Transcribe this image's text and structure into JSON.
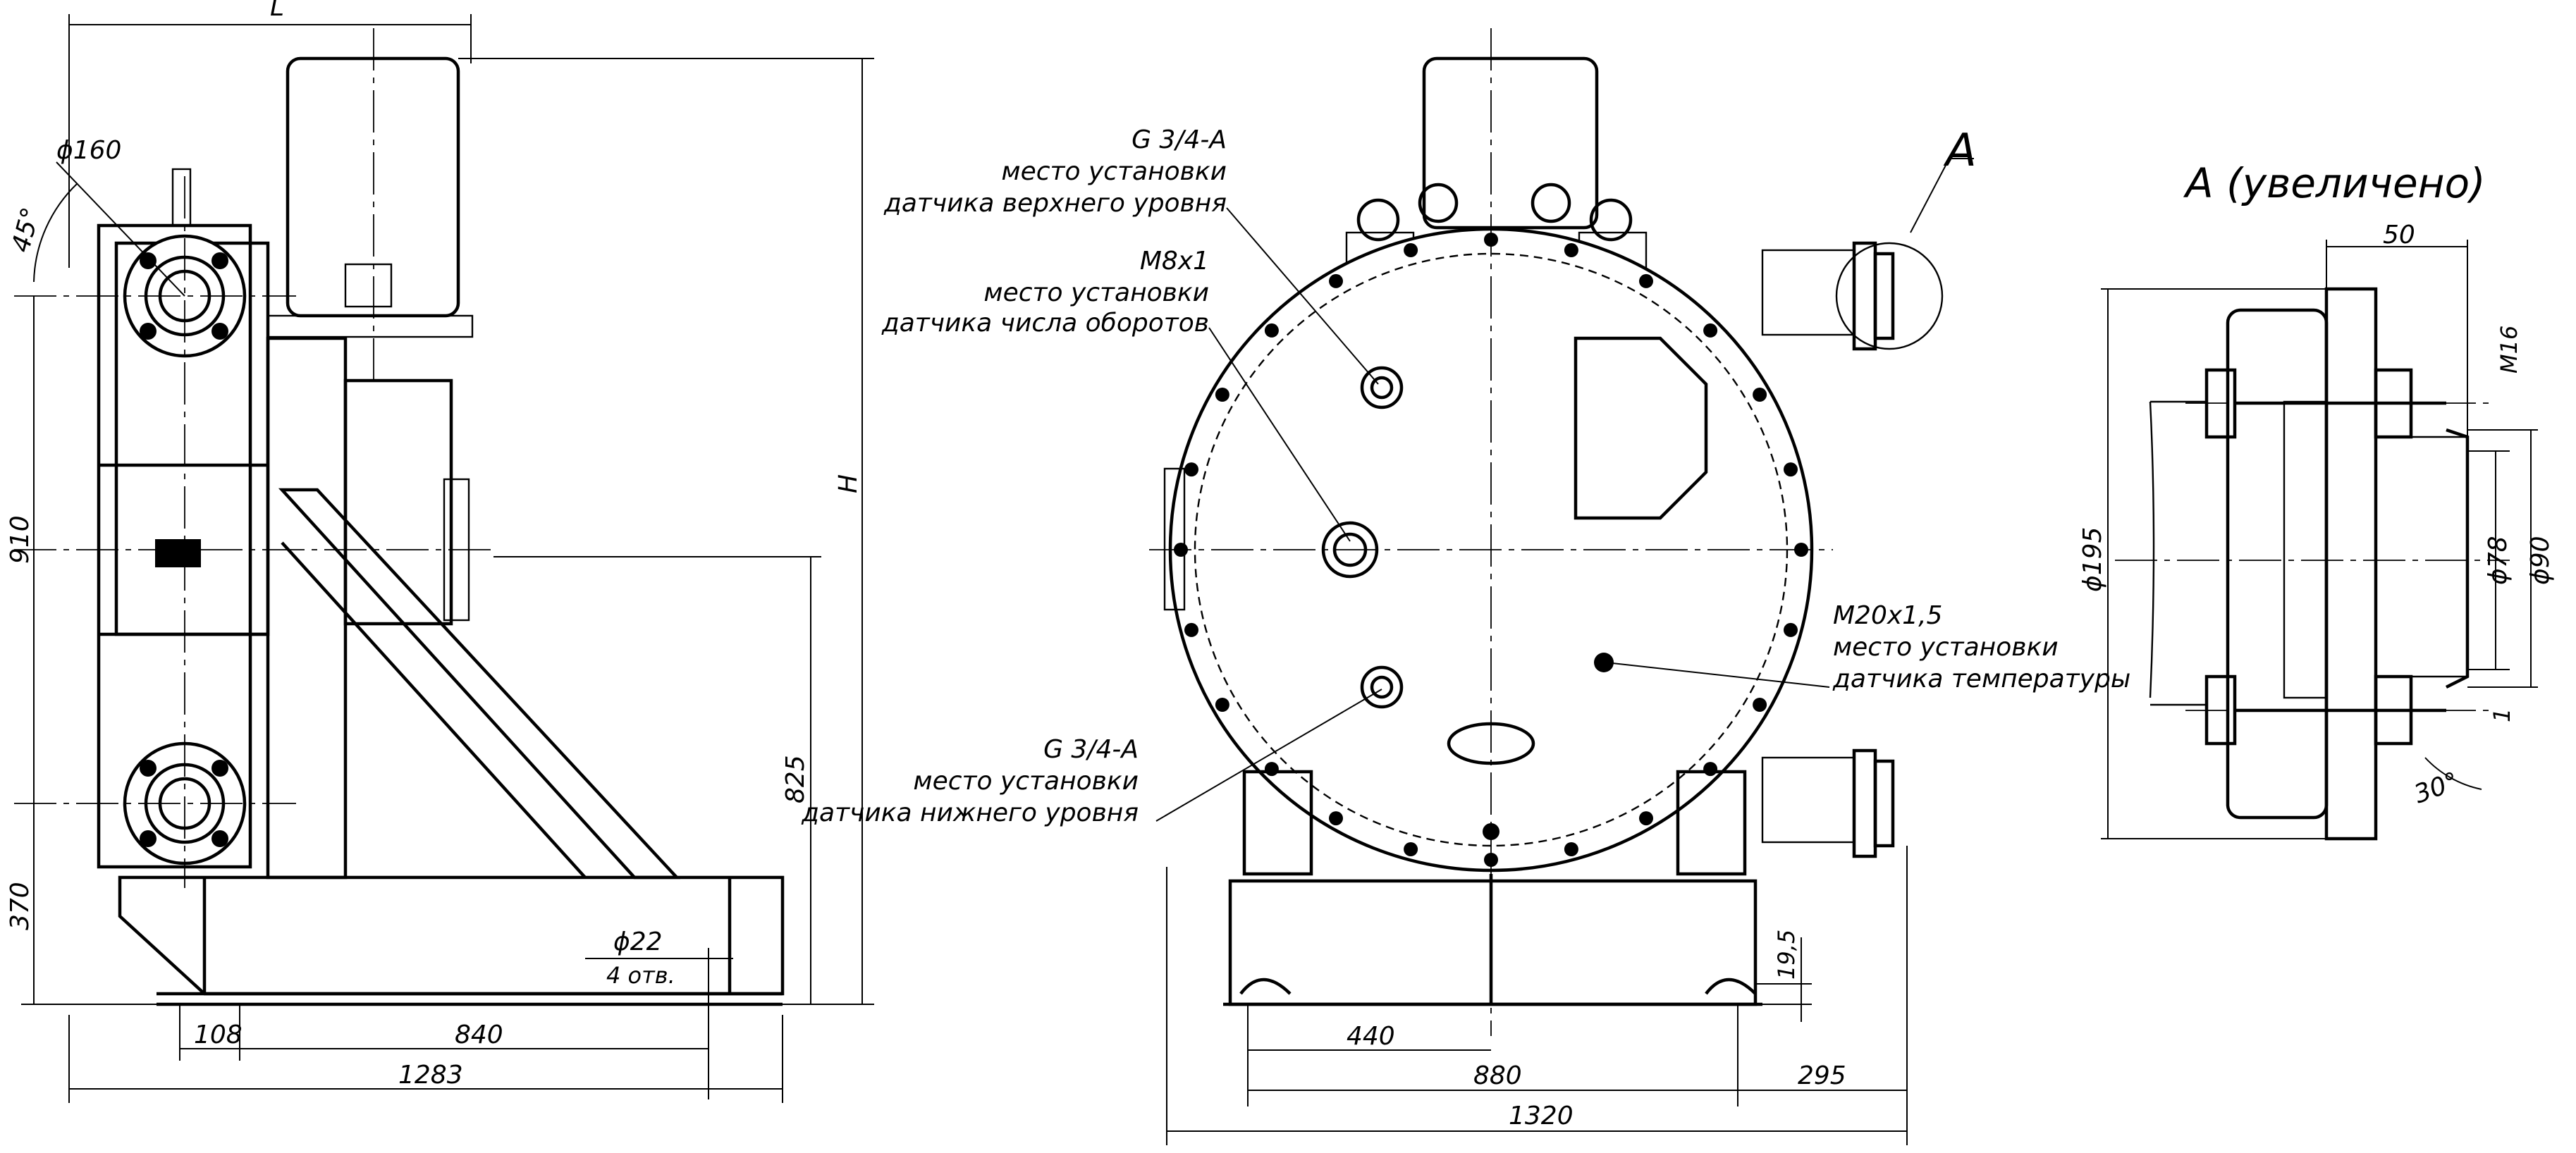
{
  "side_view": {
    "dims": {
      "L": "L",
      "H": "H",
      "phi160": "ϕ160",
      "a45": "45°",
      "d910": "910",
      "d370": "370",
      "d825": "825",
      "phi22": "ϕ22",
      "holes": "4 отв.",
      "d108": "108",
      "d840": "840",
      "d1283": "1283"
    }
  },
  "front_view": {
    "labels": {
      "upper_sensor": [
        "G 3/4-A",
        "место установки",
        "датчика верхнего уровня"
      ],
      "speed_sensor": [
        "M8x1",
        "место установки",
        "датчика числа оборотов"
      ],
      "lower_sensor": [
        "G 3/4-A",
        "место установки",
        "датчика нижнего уровня"
      ],
      "temp_sensor": [
        "M20x1,5",
        "место установки",
        "датчика температуры"
      ]
    },
    "view_marker": "A",
    "dims": {
      "d19_5": "19,5",
      "d440": "440",
      "d880": "880",
      "d295": "295",
      "d1320": "1320"
    }
  },
  "detail_view": {
    "title": "A (увеличено)",
    "dims": {
      "d50": "50",
      "M16": "M16",
      "phi195": "ϕ195",
      "phi78": "ϕ78",
      "phi90": "ϕ90",
      "d1": "1",
      "a30": "30°"
    }
  }
}
